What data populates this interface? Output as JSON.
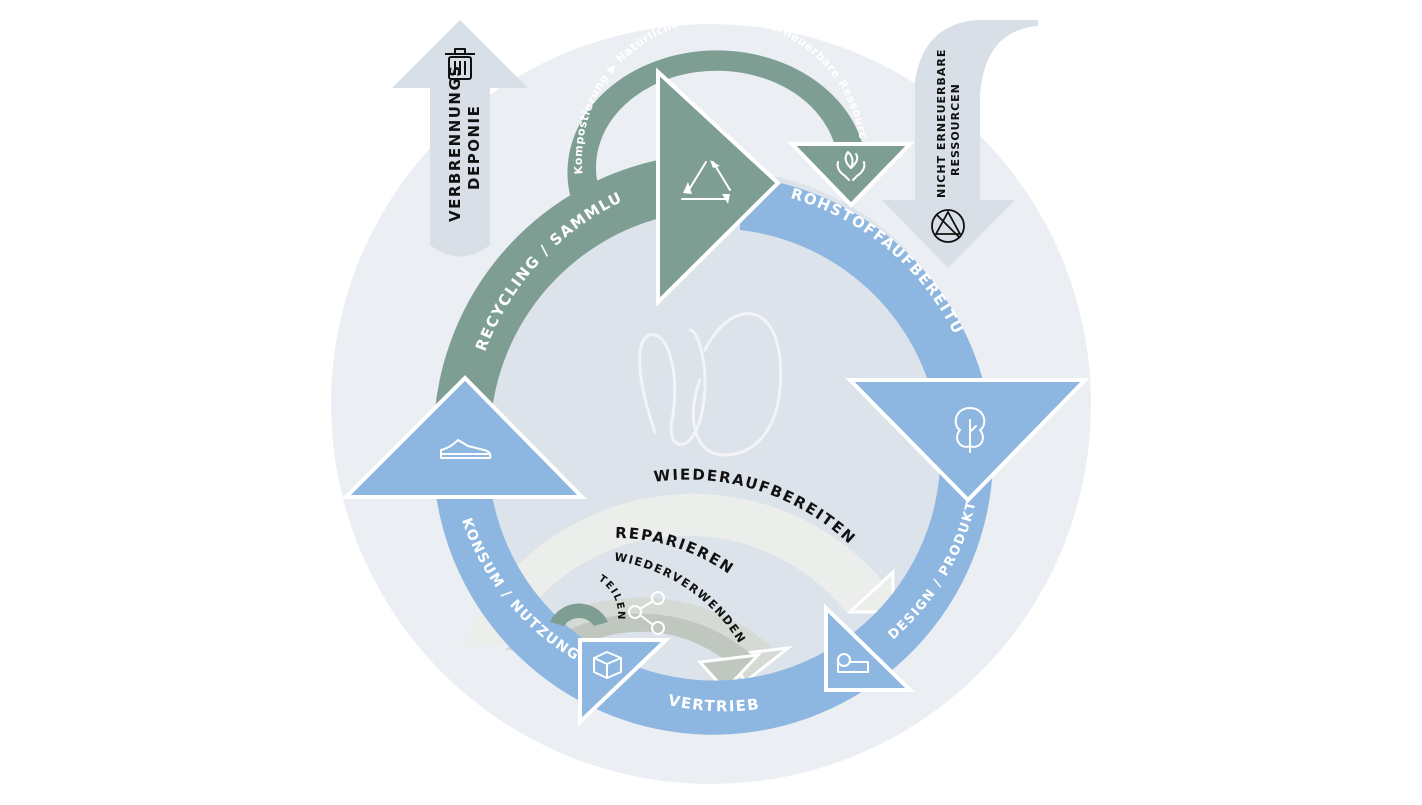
{
  "colors": {
    "outer_disc": "#ebeff3",
    "inner_disc": "#dde3ea",
    "ring_blue": "#8db6e0",
    "ring_green": "#7f9e93",
    "side_arrow": "#d9dfe6",
    "inner_loop_light": "#eceeeb",
    "inner_loop_mid": "#d5dad5",
    "inner_loop_dark": "#bfc7bf",
    "teilen_loop": "#7f9e93"
  },
  "labels": {
    "rohstoffaufbereitung": "ROHSTOFFAUFBEREITUNG",
    "design_produktion": "DESIGN / PRODUKTION",
    "vertrieb": "VERTRIEB",
    "konsum_nutzung": "KONSUM / NUTZUNG",
    "recycling_sammlung": "RECYCLING / SAMMLUNG",
    "wiederaufbereiten": "WIEDERAUFBEREITEN",
    "reparieren": "REPARIEREN",
    "wiederverwenden": "WIEDERVERWENDEN",
    "teilen": "TEILEN",
    "verbrennung_line1": "VERBRENNUNGS",
    "verbrennung_line2": "DEPONIE",
    "nicht_erneuerbar_line1": "NICHT ERNEUERBARE",
    "nicht_erneuerbar_line2": "RESSOURCEN",
    "natural_cycle_1": "Kompostierung",
    "natural_cycle_2": "Natürliche Kreisläufe",
    "natural_cycle_3": "Erneuerbare Ressourcen"
  },
  "icons": {
    "trash": "trash-icon",
    "recycle": "recycle-icon",
    "hands_leaf": "hands-leaf-icon",
    "no_resources": "non-renewable-icon",
    "tree": "tree-icon",
    "fabric_roll": "fabric-roll-icon",
    "box": "box-icon",
    "share": "share-icon",
    "sneaker": "sneaker-icon",
    "logo": "logo-mark"
  }
}
